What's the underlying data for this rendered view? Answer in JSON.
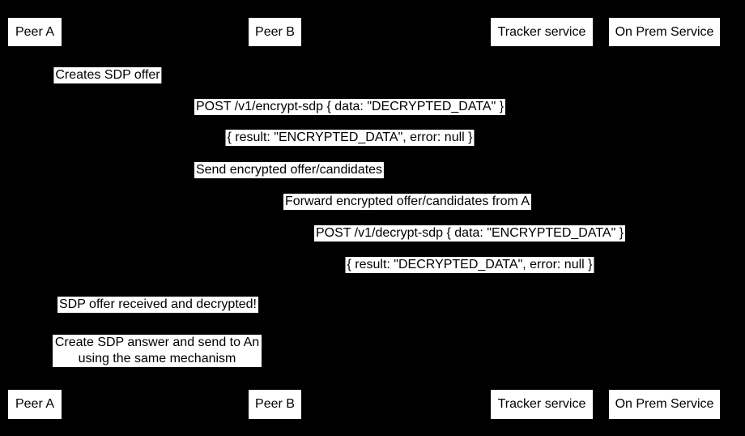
{
  "diagram": {
    "type": "sequence-diagram",
    "background_color": "#000000",
    "box_fill_color": "#ffffff",
    "text_color": "#000000"
  },
  "actors": [
    {
      "label": "Peer A"
    },
    {
      "label": "Peer B"
    },
    {
      "label": "Tracker service"
    },
    {
      "label": "On Prem Service"
    }
  ],
  "messages": [
    {
      "text": "Creates SDP offer"
    },
    {
      "text": "POST /v1/encrypt-sdp { data: \"DECRYPTED_DATA\" }"
    },
    {
      "text": "{ result: \"ENCRYPTED_DATA\", error: null }"
    },
    {
      "text": "Send encrypted offer/candidates"
    },
    {
      "text": "Forward encrypted offer/candidates from A"
    },
    {
      "text": "POST /v1/decrypt-sdp { data: \"ENCRYPTED_DATA\" }"
    },
    {
      "text": "{ result: \"DECRYPTED_DATA\", error: null }"
    },
    {
      "text": "SDP offer received and decrypted!"
    }
  ],
  "note": {
    "line1": "Create SDP answer and send to An",
    "line2": "using the same mechanism"
  }
}
